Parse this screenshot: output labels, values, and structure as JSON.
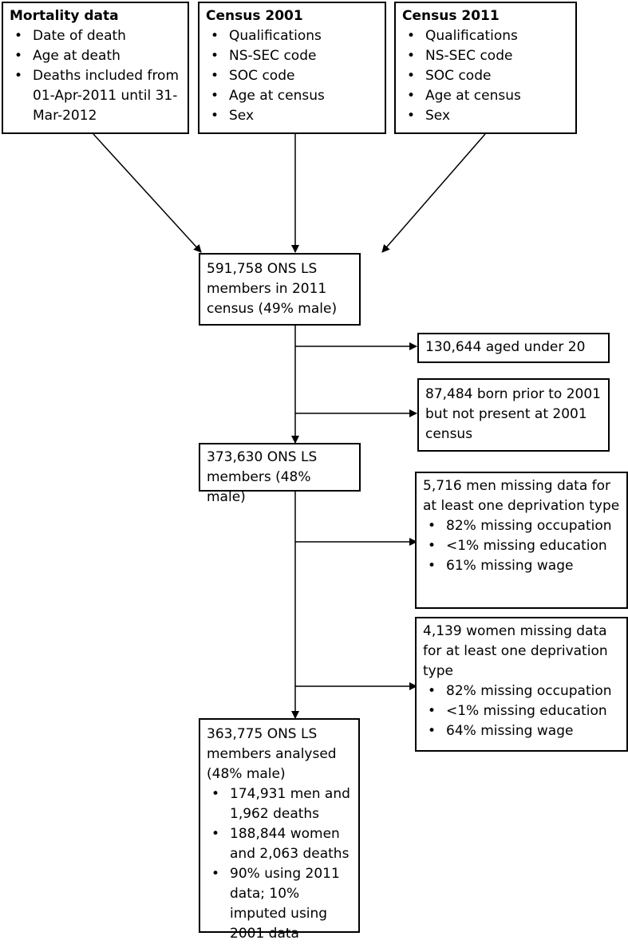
{
  "source_boxes": [
    {
      "title": "Mortality data",
      "items": [
        "Date of death",
        "Age at death",
        "Deaths included from 01-Apr-2011 until 31-Mar-2012"
      ]
    },
    {
      "title": "Census 2001",
      "items": [
        "Qualifications",
        "NS-SEC code",
        "SOC code",
        "Age at census",
        "Sex"
      ]
    },
    {
      "title": "Census 2011",
      "items": [
        "Qualifications",
        "NS-SEC code",
        "SOC code",
        "Age at census",
        "Sex"
      ]
    }
  ],
  "stage1": {
    "text": "591,758 ONS LS members in 2011 census (49% male)"
  },
  "exclusion1": {
    "text": "130,644 aged under 20"
  },
  "exclusion2": {
    "text": "87,484 born prior to 2001 but not present at 2001 census"
  },
  "stage2": {
    "text": "373,630 ONS LS members (48% male)"
  },
  "exclusion3": {
    "text": "5,716 men missing data for at least one deprivation type",
    "items": [
      "82% missing occupation",
      "<1% missing education",
      "61% missing wage"
    ]
  },
  "exclusion4": {
    "text": "4,139 women missing data for at least one deprivation type",
    "items": [
      "82% missing occupation",
      "<1% missing education",
      "64% missing wage"
    ]
  },
  "final": {
    "text": "363,775 ONS LS members analysed (48% male)",
    "items": [
      "174,931 men and 1,962 deaths",
      "188,844 women and 2,063 deaths",
      "90% using 2011 data; 10% imputed using 2001 data"
    ]
  }
}
